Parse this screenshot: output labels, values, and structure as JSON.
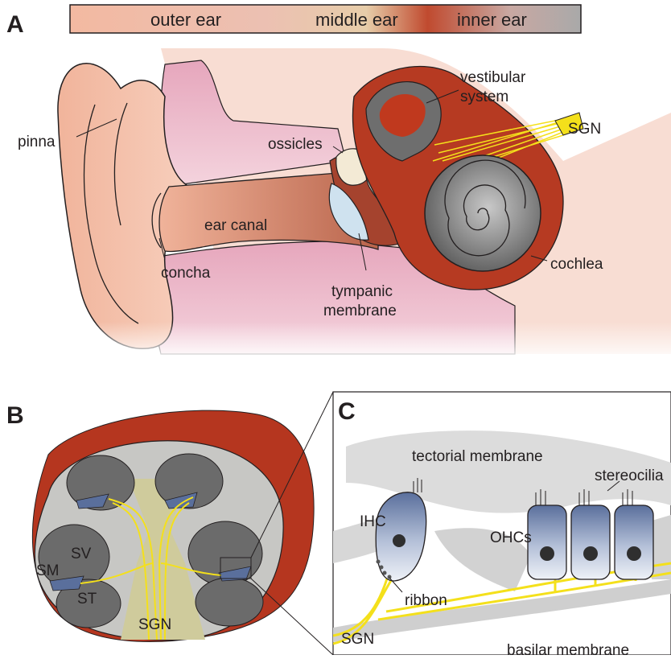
{
  "panels": {
    "a": "A",
    "b": "B",
    "c": "C"
  },
  "bar": {
    "outer": "outer ear",
    "middle": "middle ear",
    "inner": "inner ear"
  },
  "panel_a": {
    "pinna": "pinna",
    "concha": "concha",
    "ear_canal": "ear canal",
    "ossicles": "ossicles",
    "tympanic_line1": "tympanic",
    "tympanic_line2": "membrane",
    "vestibular_line1": "vestibular",
    "vestibular_line2": "system",
    "sgn": "SGN",
    "cochlea": "cochlea"
  },
  "panel_b": {
    "sv": "SV",
    "sm": "SM",
    "st": "ST",
    "sgn": "SGN"
  },
  "panel_c": {
    "tectorial": "tectorial membrane",
    "stereocilia": "stereocilia",
    "ihc": "IHC",
    "ohcs": "OHCs",
    "ribbon": "ribbon",
    "sgn": "SGN",
    "basilar": "basilar membrane"
  },
  "colors": {
    "outer_ear": "#f2b9a0",
    "middle_ear": "#e3cfa9",
    "inner_ear": "#b5361f",
    "neuron": "#f4e01b",
    "hair_cell": "#5a6f9c"
  }
}
